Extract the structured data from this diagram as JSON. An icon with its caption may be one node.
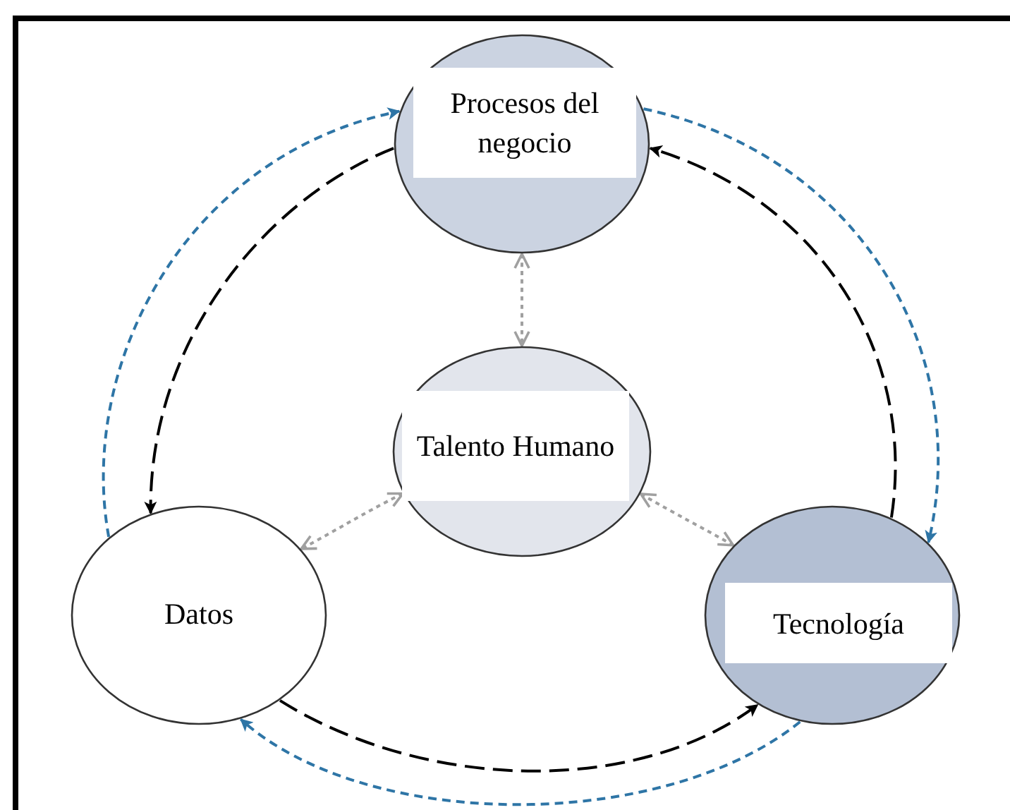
{
  "diagram": {
    "nodes": [
      {
        "text": [
          "Procesos del negocio"
        ]
      },
      {
        "text": [
          "Talento Humano"
        ]
      },
      {
        "text": [
          "Datos"
        ]
      },
      {
        "text": [
          "Tecnología"
        ]
      }
    ],
    "edges": [
      {
        "from": 0,
        "to": 2,
        "arrow": "to",
        "style": "dashed",
        "color": "#000000"
      },
      {
        "from": 2,
        "to": 0,
        "arrow": "to",
        "style": "dashed",
        "color": "#2e75a6"
      },
      {
        "from": 3,
        "to": 0,
        "arrow": "to",
        "style": "dashed",
        "color": "#000000"
      },
      {
        "from": 0,
        "to": 3,
        "arrow": "to",
        "style": "dashed",
        "color": "#2e75a6"
      },
      {
        "from": 2,
        "to": 3,
        "arrow": "to",
        "style": "dashed",
        "color": "#000000"
      },
      {
        "from": 3,
        "to": 2,
        "arrow": "to",
        "style": "dashed",
        "color": "#2e75a6"
      },
      {
        "from": 0,
        "to": 1,
        "arrow": "both",
        "style": "dashed",
        "color": "#a0a0a0"
      },
      {
        "from": 1,
        "to": 2,
        "arrow": "both",
        "style": "dashed",
        "color": "#a0a0a0"
      },
      {
        "from": 1,
        "to": 3,
        "arrow": "both",
        "style": "dashed",
        "color": "#a0a0a0"
      }
    ]
  }
}
